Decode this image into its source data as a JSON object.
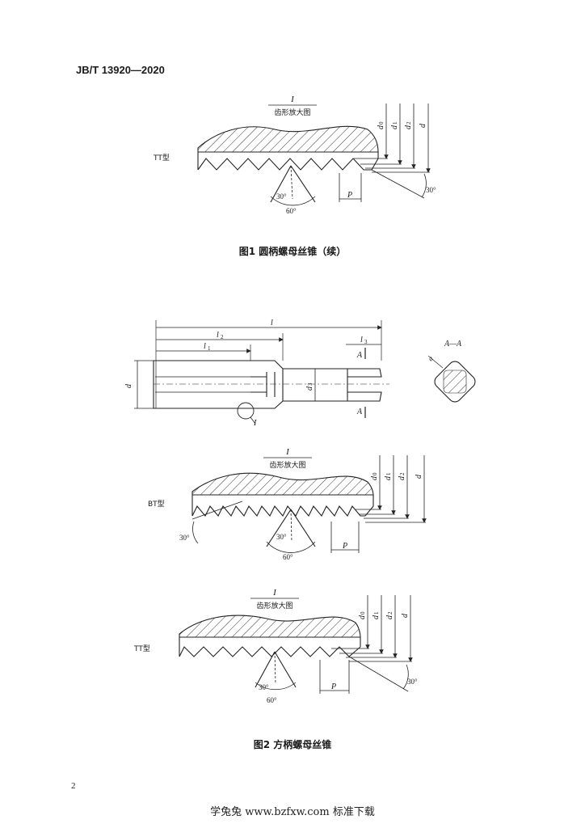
{
  "header": {
    "standard_id": "JB/T 13920—2020"
  },
  "figure1": {
    "caption": "图1   圆柄螺母丝锥（续）",
    "detail_ref": "I",
    "detail_title": "齿形放大图",
    "type_label": "TT型",
    "dims": {
      "d0": "d",
      "d0_sub": "0",
      "d1": "d",
      "d1_sub": "1",
      "d2": "d",
      "d2_sub": "2",
      "d": "d",
      "P": "P"
    },
    "angles": {
      "a30_left": "30°",
      "a60": "60°",
      "a30_right": "30°"
    }
  },
  "figure2": {
    "caption": "图2   方柄螺母丝锥",
    "overall": {
      "l": "l",
      "l2": "l",
      "l2_sub": "2",
      "l1": "l",
      "l1_sub": "1",
      "l3": "l",
      "l3_sub": "3",
      "d": "d",
      "d3": "d",
      "d3_sub": "3",
      "section_marker": "A",
      "detail_ref": "I",
      "section_title": "A—A",
      "square": "a"
    },
    "bt_detail": {
      "detail_ref": "I",
      "detail_title": "齿形放大图",
      "type_label": "BT型",
      "dims": {
        "d0": "d",
        "d0_sub": "0",
        "d1": "d",
        "d1_sub": "1",
        "d2": "d",
        "d2_sub": "2",
        "d": "d",
        "P": "P"
      },
      "angles": {
        "a30_left": "30°",
        "a30": "30°",
        "a60": "60°"
      }
    },
    "tt_detail": {
      "detail_ref": "I",
      "detail_title": "齿形放大图",
      "type_label": "TT型",
      "dims": {
        "d0": "d",
        "d0_sub": "0",
        "d1": "d",
        "d1_sub": "1",
        "d2": "d",
        "d2_sub": "2",
        "d": "d",
        "P": "P"
      },
      "angles": {
        "a30": "30°",
        "a60": "60°",
        "a30_right": "30°"
      }
    }
  },
  "page_number": "2",
  "footer": {
    "watermark": "学兔兔 www.bzfxw.com 标准下载"
  }
}
